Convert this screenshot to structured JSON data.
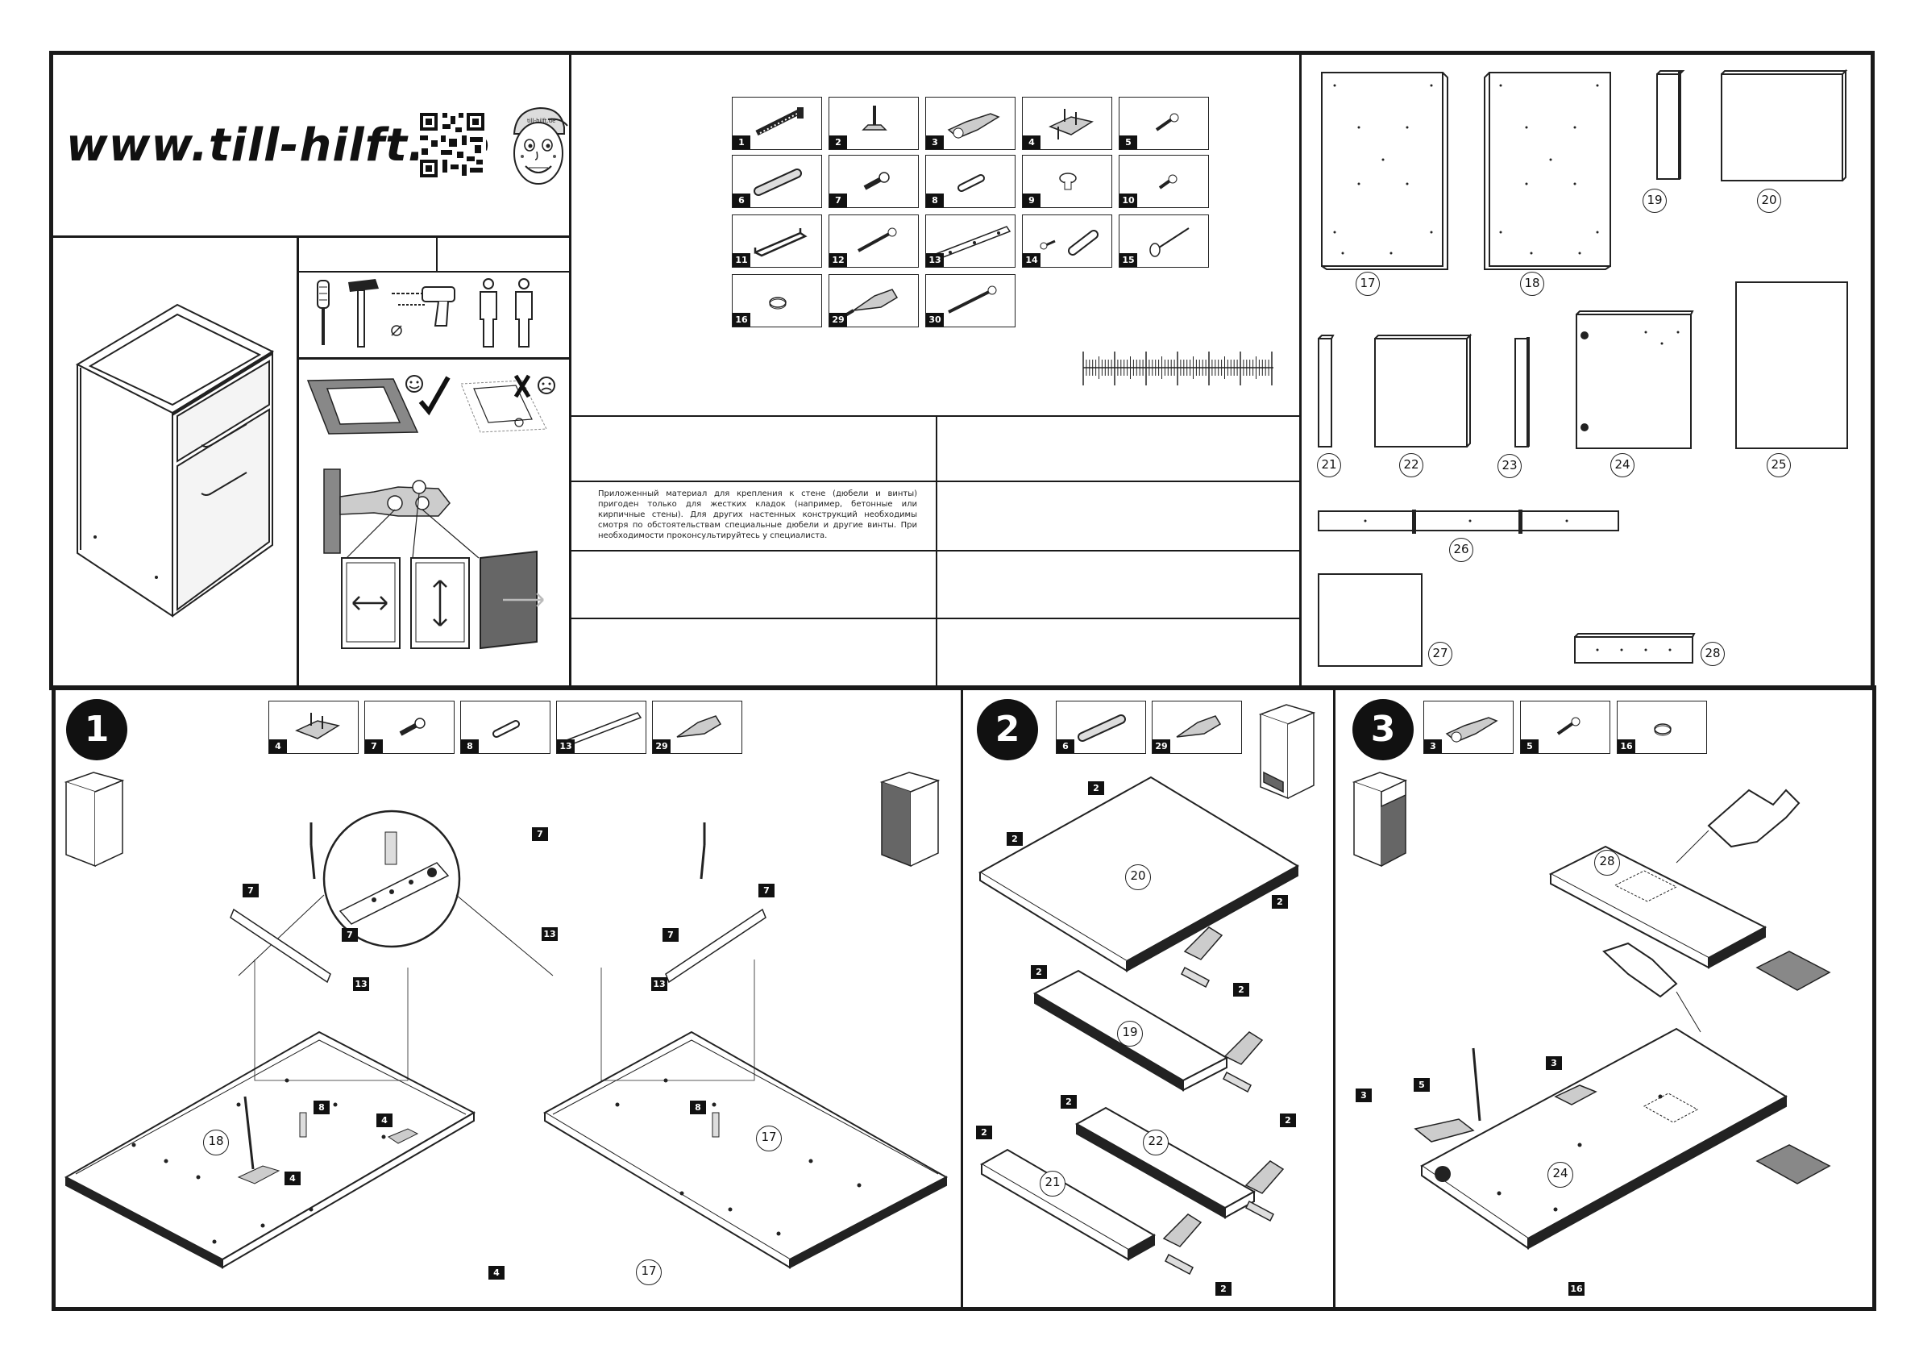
{
  "header": {
    "website": "www.till-hilft.de",
    "qr_icon": "qr-code-icon",
    "mascot_icon": "boy-mascot-icon",
    "mascot_cap_text": "till-hilft.de"
  },
  "tools": [
    "screwdriver-icon",
    "hammer-icon",
    "drill-icon",
    "two-persons-icon"
  ],
  "drill_bits": "Ø",
  "surface_ok_icon": "smile-check-icon",
  "surface_bad_icon": "frown-cross-icon",
  "hardware_parts": [
    {
      "num": "1",
      "icon": "long-screw-icon"
    },
    {
      "num": "2",
      "icon": "leveling-foot-icon"
    },
    {
      "num": "3",
      "icon": "hinge-icon"
    },
    {
      "num": "4",
      "icon": "mounting-bracket-icon"
    },
    {
      "num": "5",
      "icon": "small-screw-icon"
    },
    {
      "num": "6",
      "icon": "wood-dowel-icon"
    },
    {
      "num": "7",
      "icon": "cam-bolt-icon"
    },
    {
      "num": "8",
      "icon": "plastic-dowel-icon"
    },
    {
      "num": "9",
      "icon": "knob-icon"
    },
    {
      "num": "10",
      "icon": "short-screw-icon"
    },
    {
      "num": "11",
      "icon": "handle-icon"
    },
    {
      "num": "12",
      "icon": "wood-screw-icon"
    },
    {
      "num": "13",
      "icon": "drawer-rail-icon"
    },
    {
      "num": "14",
      "icon": "wall-plug-screw-icon"
    },
    {
      "num": "15",
      "icon": "nail-icon"
    },
    {
      "num": "16",
      "icon": "bumper-pad-icon"
    },
    {
      "num": "29",
      "icon": "glue-tube-icon"
    },
    {
      "num": "30",
      "icon": "long-wood-screw-icon"
    }
  ],
  "ruler_icon": "ruler-scale-icon",
  "wall_note": "Приложенный материал для крепления к стене (дюбели и винты) пригоден только для жестких кладок (например, бетонные или кирпичные стены). Для других настенных конструкций необходимы смотря по обстоятельствам специальные дюбели и другие винты. При необходимости проконсультируйтесь у специалиста.",
  "panels": [
    "17",
    "18",
    "19",
    "20",
    "21",
    "22",
    "23",
    "24",
    "25",
    "26",
    "27",
    "28"
  ],
  "steps": [
    {
      "number": "1",
      "parts": [
        "4",
        "7",
        "8",
        "13",
        "29"
      ],
      "labels": {
        "p18": "18",
        "p17a": "17",
        "p17b": "17",
        "t7a": "7",
        "t7b": "7",
        "t7c": "7",
        "t7d": "7",
        "t7e": "7",
        "t13a": "13",
        "t13b": "13",
        "t13c": "13",
        "t8a": "8",
        "t8b": "8",
        "t4a": "4",
        "t4b": "4",
        "t4c": "4"
      }
    },
    {
      "number": "2",
      "parts": [
        "6",
        "29"
      ],
      "labels": {
        "p20": "20",
        "p19": "19",
        "p22": "22",
        "p21": "21",
        "t2": "2"
      }
    },
    {
      "number": "3",
      "parts": [
        "3",
        "5",
        "16"
      ],
      "labels": {
        "p28": "28",
        "p24": "24",
        "t3a": "3",
        "t3b": "3",
        "t5": "5",
        "t16": "16"
      }
    }
  ]
}
